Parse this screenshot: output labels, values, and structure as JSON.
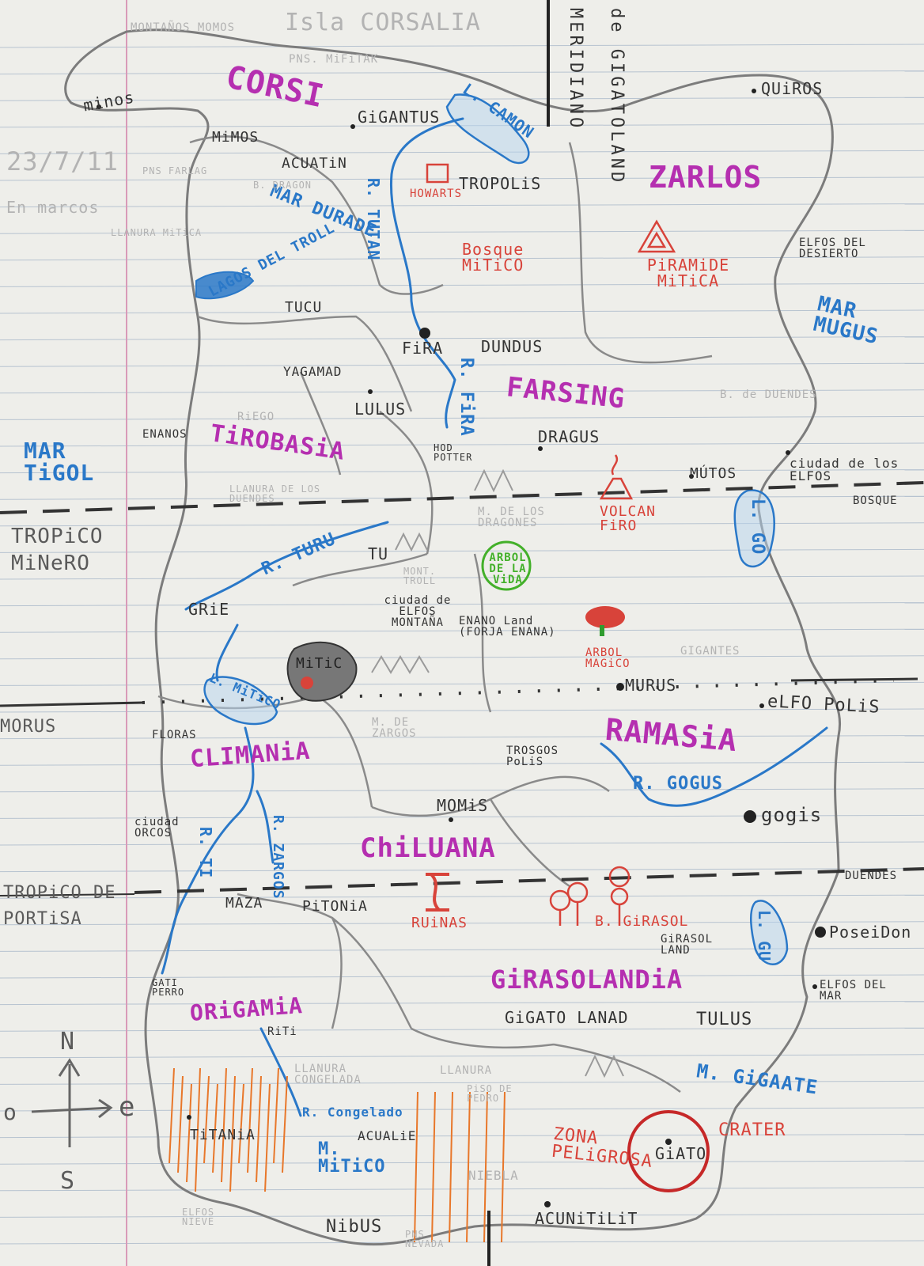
{
  "colors": {
    "paper": "#eeeeea",
    "rule": "#b7c3d0",
    "margin": "#d99ab8",
    "pencil": "#6a6a6a",
    "region": "#b52fb0",
    "water": "#2a78c8",
    "place": "#d8433a"
  },
  "header": {
    "title": "Isla CORSALIA",
    "meridian_word": "MERIDIANO",
    "meridian_place": "de GIGATOLAND",
    "date": "23/7/11",
    "note": "En marcos"
  },
  "regions": [
    "CORSI",
    "ZARLOS",
    "FARSING",
    "TiROBASiA",
    "CLIMANiA",
    "RAMASiA",
    "ChiLUANA",
    "GiRASOLANDiA",
    "ORiGAMiA"
  ],
  "cities": [
    "minos",
    "GiGANTUS",
    "TROPOLiS",
    "MiMOS",
    "ACUATiN",
    "QUiROS",
    "TUCU",
    "FiRA",
    "DUNDUS",
    "YAGAMAD",
    "LULUS",
    "DRAGUS",
    "MÚTOS",
    "ciudad de los ELFOS",
    "TU",
    "GRiE",
    "ciudad de ELFOS MONTAÑA",
    "ENANO Land (FORJA ENANA)",
    "MURUS",
    "eLFO PoLiS",
    "TROSGOS PoLiS",
    "MOMiS",
    "gogis",
    "MAZA",
    "PiTONiA",
    "GiRASOL LAND",
    "PoseiDon",
    "GiGATO LANAD",
    "TULUS",
    "RiTi",
    "TiTANiA",
    "ACUALiE",
    "NibUS",
    "ACUNiTiLiT",
    "GiATO",
    "ELFOS DEL DESIERTO",
    "ELFOS DEL MAR",
    "ciudad ORCOS",
    "GATI PERRO",
    "FLORAS",
    "ENANOS",
    "HOD POTTER"
  ],
  "water": [
    "L. CAMON",
    "MAR DURADE",
    "R. TUTAN",
    "R. FiRA",
    "MAR TiGOL",
    "MAR MUGUS",
    "R. TURU",
    "L. MiTiCO",
    "L. GO",
    "R. GOGUS",
    "R. TI",
    "R. ZARGOS",
    "L. GU",
    "M. GiGAATE",
    "R. Congelado",
    "M. MiTiCO",
    "LAGOS DEL TROLL"
  ],
  "places": [
    "HOWARTS",
    "Bosque MiTiCO",
    "PiRAMiDE MiTiCA",
    "VOLCAN FiRO",
    "ARBOL DE LA ViDA",
    "ARBOL MAGiCO",
    "RUiNAS",
    "B. GiRASOL",
    "ZONA PELiGROSA",
    "CRATER",
    "MiTiC"
  ],
  "pencil_notes": [
    "MONTAÑOS MOMOS",
    "PNS. MiFiTAK",
    "PNS FARLAG",
    "B. DRAGON",
    "LLANURA MiTiCA",
    "B. de DUENDES",
    "RiEGO",
    "LLANURA DE LOS DUENDES",
    "M. DE LOS DRAGONES",
    "MONT. TROLL",
    "M. DE ZARGOS",
    "BOSQUE",
    "DUENDES",
    "LLANURA CONGELADA",
    "NIEBLA",
    "ELFOS NIEVE",
    "PNS NEVADA",
    "GIGANTES",
    "LLANURA",
    "PiSO DE PEDRO"
  ],
  "lines": {
    "tropic_top": "TROPiCO MiNeRO",
    "equator": "MORUS",
    "tropic_bottom": "TROPiCO DE PORTiSA"
  },
  "compass": {
    "n": "N",
    "s": "S",
    "e": "e",
    "w": "o"
  }
}
